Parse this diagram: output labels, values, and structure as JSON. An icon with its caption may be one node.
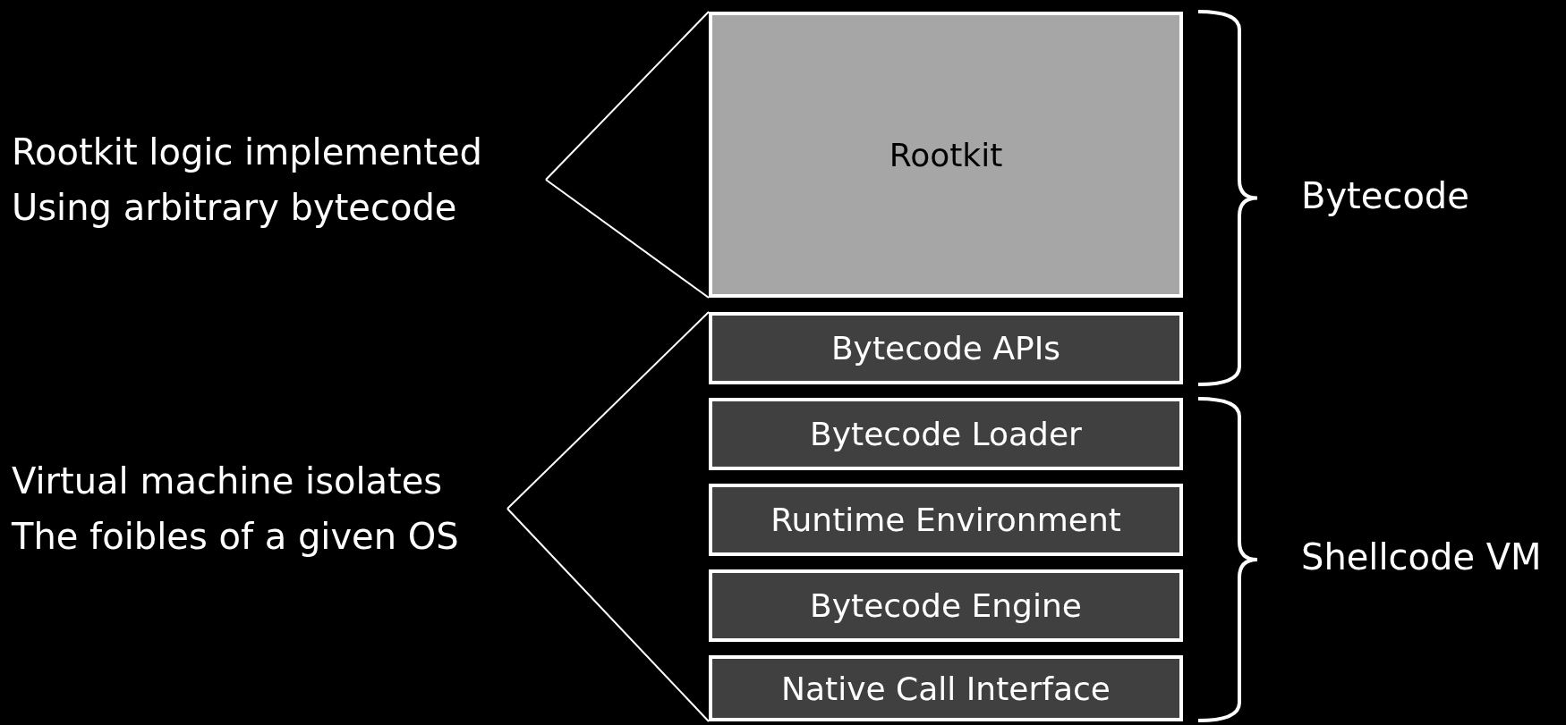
{
  "diagram": {
    "nodes": [
      {
        "text": [
          "Rootkit"
        ]
      },
      {
        "text": [
          "Bytecode APIs"
        ]
      },
      {
        "text": [
          "Bytecode Loader"
        ]
      },
      {
        "text": [
          "Runtime Environment"
        ]
      },
      {
        "text": [
          "Bytecode Engine"
        ]
      },
      {
        "text": [
          "Native Call Interface"
        ]
      },
      {
        "text": [
          "Rootkit logic implemented Using arbitrary bytecode"
        ]
      },
      {
        "text": [
          "Virtual machine isolates The foibles of a given OS"
        ]
      }
    ],
    "edges": [
      {
        "from": 6,
        "to": 0,
        "arrow": "none"
      },
      {
        "from": 6,
        "to": 0,
        "arrow": "none"
      },
      {
        "from": 7,
        "to": 1,
        "arrow": "none"
      },
      {
        "from": 7,
        "to": 5,
        "arrow": "none"
      }
    ],
    "labels": [
      "Bytecode",
      "Shellcode VM"
    ]
  }
}
